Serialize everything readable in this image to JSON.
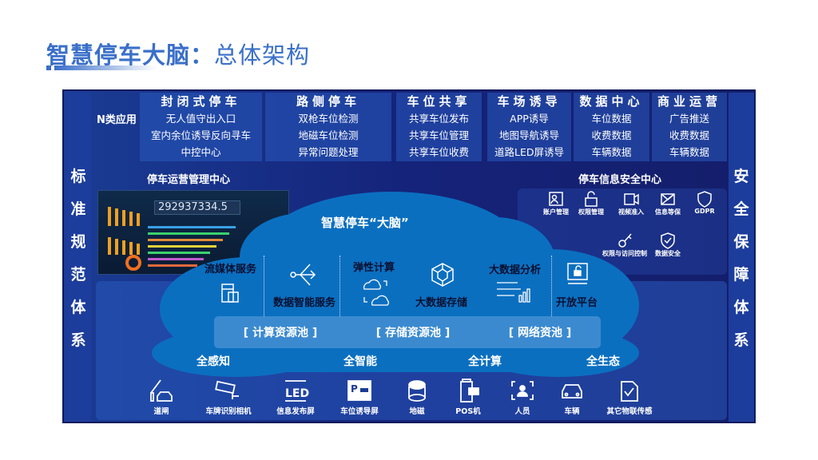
{
  "title": {
    "main": "智慧停车大脑：",
    "sub": "总体架构"
  },
  "left_column": [
    "标",
    "准",
    "规",
    "范",
    "体",
    "系"
  ],
  "right_column": [
    "安",
    "全",
    "保",
    "障",
    "体",
    "系"
  ],
  "n_apps": "N类应用",
  "app_groups": [
    {
      "title": "封闭式停车",
      "items": [
        "无人值守出入口",
        "室内余位诱导反向寻车",
        "中控中心"
      ]
    },
    {
      "title": "路侧停车",
      "items": [
        "双枪车位检测",
        "地磁车位检测",
        "异常问题处理"
      ]
    },
    {
      "title": "车位共享",
      "items": [
        "共享车位发布",
        "共享车位管理",
        "共享车位收费"
      ]
    },
    {
      "title": "车场诱导",
      "items": [
        "APP诱导",
        "地图导航诱导",
        "道路LED屏诱导"
      ]
    },
    {
      "title": "数据中心",
      "items": [
        "车位数据",
        "收费数据",
        "车辆数据"
      ]
    },
    {
      "title": "商业运营",
      "items": [
        "广告推送",
        "收费数据",
        "车辆数据"
      ]
    }
  ],
  "ops_center": {
    "label": "停车运营管理中心",
    "dashboard_number": "292937334.5"
  },
  "security_center": {
    "label": "停车信息安全中心",
    "items": [
      {
        "label": "账户管理",
        "icon": "id-card-icon"
      },
      {
        "label": "权限管理",
        "icon": "unlock-icon"
      },
      {
        "label": "视频准入",
        "icon": "video-icon"
      },
      {
        "label": "信息等保",
        "icon": "envelope-icon"
      },
      {
        "label": "GDPR",
        "icon": "shield-badge-icon"
      },
      {
        "label": "权限与访问控制",
        "icon": "key-icon"
      },
      {
        "label": "数据安全",
        "icon": "shield-check-icon"
      }
    ]
  },
  "brain": {
    "title": "智慧停车“大脑”",
    "services": [
      "流媒体服务",
      "数据智能服务",
      "弹性计算",
      "大数据存储",
      "大数据分析",
      "开放平台"
    ],
    "pools": [
      "[ 计算资源池 ]",
      "[ 存储资源池 ]",
      "[ 网络资池 ]"
    ],
    "pillars": [
      "全感知",
      "全智能",
      "全计算",
      "全生态"
    ]
  },
  "devices": [
    {
      "label": "道闸",
      "icon": "barrier-gate-icon"
    },
    {
      "label": "车牌识别相机",
      "icon": "camera-icon"
    },
    {
      "label": "信息发布屏",
      "icon": "led-screen-icon"
    },
    {
      "label": "车位诱导屏",
      "icon": "parking-sign-icon"
    },
    {
      "label": "地磁",
      "icon": "geomagnetic-sensor-icon"
    },
    {
      "label": "POS机",
      "icon": "pos-icon"
    },
    {
      "label": "人员",
      "icon": "person-icon"
    },
    {
      "label": "车辆",
      "icon": "car-icon"
    },
    {
      "label": "其它物联传感",
      "icon": "sensor-icon"
    }
  ],
  "colors": {
    "title": "#3a6fc9",
    "panel": "#15237a",
    "cloud": "#0b6fc0"
  }
}
